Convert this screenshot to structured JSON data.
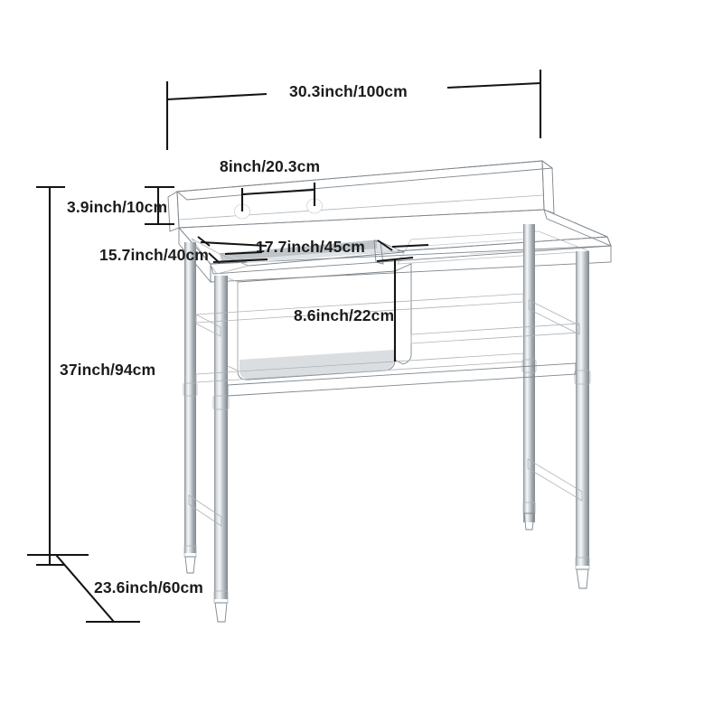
{
  "diagram": {
    "title": "Stainless Steel Commercial Sink Dimension Diagram",
    "product": "single-bowl-stainless-steel-sink-with-drainboard",
    "background_color": "#ffffff",
    "line_color": "#141414",
    "metal_light": "#f2f3f4",
    "metal_mid": "#d4d8db",
    "metal_dark": "#9aa1a7",
    "metal_shadow": "#6f767c"
  },
  "dimensions": {
    "overall_width": {
      "label": "30.3inch/100cm",
      "inch": "30.3",
      "cm": "100",
      "measures": "overall table width"
    },
    "faucet_hole_spacing": {
      "label": "8inch/20.3cm",
      "inch": "8",
      "cm": "20.3",
      "measures": "center distance between faucet holes"
    },
    "backsplash_height": {
      "label": "3.9inch/10cm",
      "inch": "3.9",
      "cm": "10",
      "measures": "backsplash height"
    },
    "bowl_front_to_back": {
      "label": "15.7inch/40cm",
      "inch": "15.7",
      "cm": "40",
      "measures": "sink bowl front to back"
    },
    "bowl_width": {
      "label": "17.7inch/45cm",
      "inch": "17.7",
      "cm": "45",
      "measures": "sink bowl width"
    },
    "bowl_depth": {
      "label": "8.6inch/22cm",
      "inch": "8.6",
      "cm": "22",
      "measures": "sink bowl depth"
    },
    "overall_height": {
      "label": "37inch/94cm",
      "inch": "37",
      "cm": "94",
      "measures": "overall table height"
    },
    "overall_depth": {
      "label": "23.6inch/60cm",
      "inch": "23.6",
      "cm": "60",
      "measures": "overall table depth"
    }
  },
  "features": {
    "faucet_hole_count": 2,
    "leg_count": 4,
    "has_backsplash": true,
    "has_drainboard": true,
    "has_cross_braces": true,
    "has_adjustable_feet": true
  }
}
